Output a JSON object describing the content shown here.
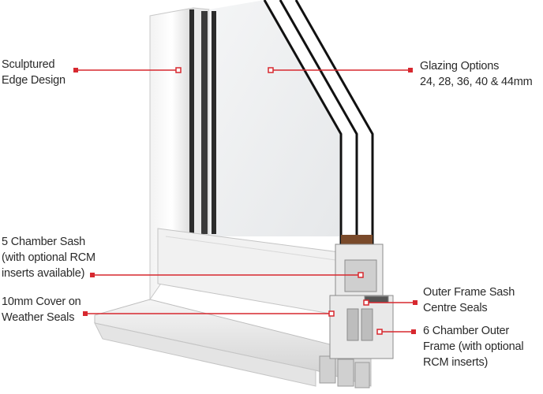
{
  "accent_color": "#d7282f",
  "callouts": [
    {
      "id": "sculptured-edge",
      "lines": [
        "Sculptured",
        "Edge Design"
      ]
    },
    {
      "id": "glazing-options",
      "lines": [
        "Glazing Options",
        "24, 28, 36, 40 & 44mm"
      ]
    },
    {
      "id": "chamber-sash",
      "lines": [
        "5 Chamber Sash",
        "(with optional RCM",
        "inserts available)"
      ]
    },
    {
      "id": "cover-weather-seals",
      "lines": [
        "10mm Cover on",
        "Weather Seals"
      ]
    },
    {
      "id": "outer-frame-seals",
      "lines": [
        "Outer Frame Sash",
        "Centre Seals"
      ]
    },
    {
      "id": "chamber-outer-frame",
      "lines": [
        "6 Chamber Outer",
        "Frame (with optional",
        "RCM inserts)"
      ]
    }
  ]
}
